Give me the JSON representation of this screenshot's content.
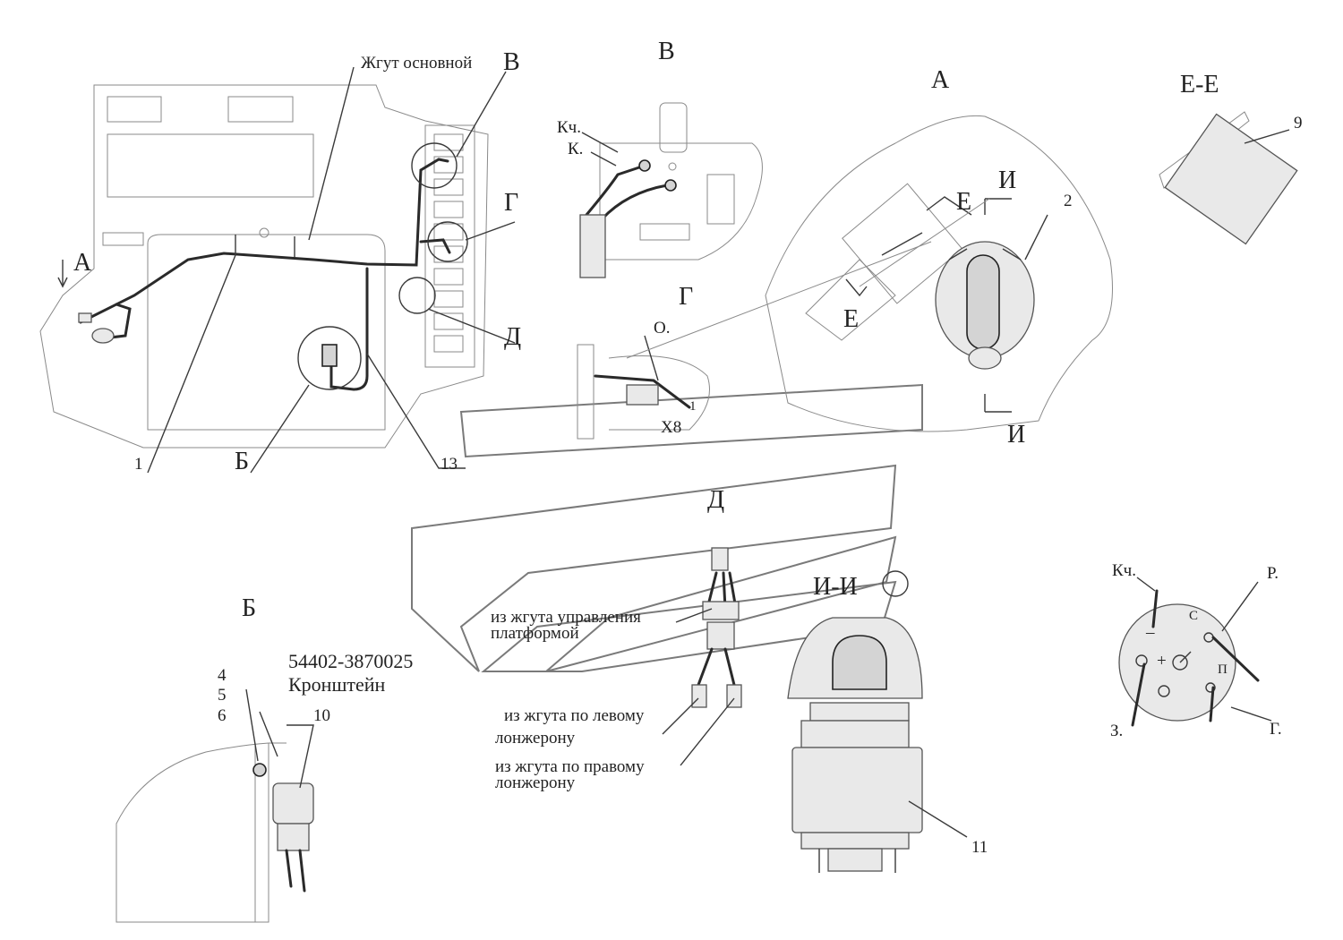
{
  "colors": {
    "line": "#3a3a3a",
    "fill": "#e9e9e9",
    "text": "#222222"
  },
  "labels": {
    "harness_main": "Жгут основной",
    "view_b_top": "В",
    "view_b_title": "В",
    "view_a_title": "А",
    "view_ee_title": "Е-Е",
    "view_g_left": "Г",
    "view_g_title": "Г",
    "view_d_left": "Д",
    "view_d_title": "Д",
    "view_ii_title": "И-И",
    "view_b_small": "Б",
    "view_b_small_title": "Б",
    "arrow_a": "А",
    "item_1": "1",
    "item_13": "13",
    "item_2": "2",
    "item_9": "9",
    "item_11": "11",
    "item_10": "10",
    "items_456": [
      "4",
      "5",
      "6"
    ],
    "part_number": "54402-3870025",
    "bracket": "Кронштейн",
    "kch": "Кч.",
    "k": "К.",
    "o": "О.",
    "x8": "Х8",
    "pin1": "1",
    "sec_e1": "Е",
    "sec_e2": "Е",
    "sec_i1": "И",
    "sec_i2": "И",
    "from_platform_1": "из жгута управления",
    "from_platform_2": "платформой",
    "from_left_1": "из жгута по левому",
    "from_left_2": "лонжерону",
    "from_right_1": "из жгута по правому",
    "from_right_2": "лонжерону",
    "g_kch": "Кч.",
    "g_r": "Р.",
    "g_z": "З.",
    "g_g": "Г.",
    "g_c": "С",
    "g_minus": "–",
    "g_plus": "+",
    "g_p": "П"
  },
  "icons": [
    "rotate-arrow-icon",
    "lamp-icon"
  ]
}
